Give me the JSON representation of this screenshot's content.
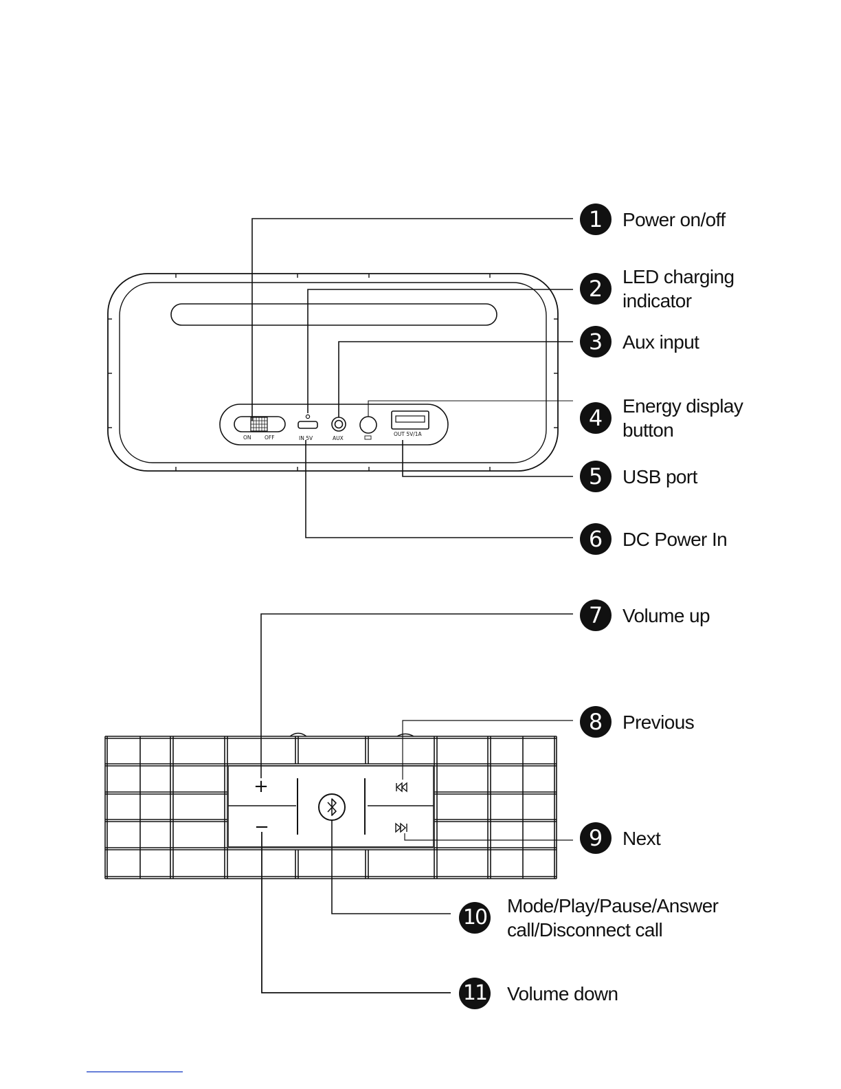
{
  "callouts": [
    {
      "num": "1",
      "label": "Power on/off"
    },
    {
      "num": "2",
      "label": "LED charging",
      "label2": "indicator"
    },
    {
      "num": "3",
      "label": "Aux input"
    },
    {
      "num": "4",
      "label": "Energy display",
      "label2": "button"
    },
    {
      "num": "5",
      "label": "USB port"
    },
    {
      "num": "6",
      "label": "DC Power In"
    },
    {
      "num": "7",
      "label": "Volume up"
    },
    {
      "num": "8",
      "label": "Previous"
    },
    {
      "num": "9",
      "label": "Next"
    },
    {
      "num": "10",
      "label": "Mode/Play/Pause/Answer",
      "label2": "call/Disconnect call"
    },
    {
      "num": "11",
      "label": "Volume down"
    }
  ],
  "rear_panel": {
    "switch_on": "ON",
    "switch_off": "OFF",
    "dc_in": "IN  5V",
    "aux": "AUX",
    "usb_out": "OUT  5V/1A"
  },
  "top_panel": {
    "plus": "+",
    "minus": "−"
  },
  "icons": {
    "switch": "slide-switch-icon",
    "led": "led-dot-icon",
    "bluetooth": "bluetooth-icon",
    "previous": "previous-track-icon",
    "next": "next-track-icon"
  },
  "colors": {
    "ink": "#111111",
    "badge": "#111111",
    "link_underline": "#3355cc"
  }
}
